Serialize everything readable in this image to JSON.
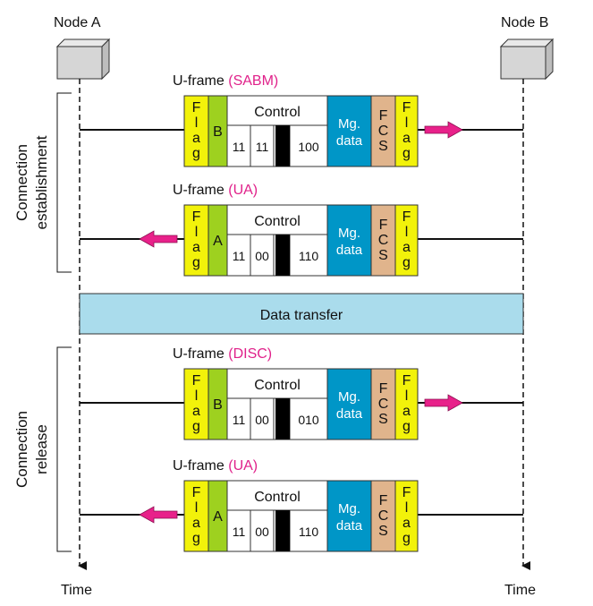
{
  "nodes": {
    "a": "Node A",
    "b": "Node B"
  },
  "time_label": "Time",
  "phases": {
    "establishment": "Connection establishment",
    "release": "Connection release"
  },
  "data_transfer": "Data transfer",
  "field_labels": {
    "flag": [
      "F",
      "l",
      "a",
      "g"
    ],
    "control": "Control",
    "mg_line1": "Mg.",
    "mg_line2": "data",
    "fcs": [
      "F",
      "C",
      "S"
    ]
  },
  "frames": [
    {
      "prefix": "U-frame ",
      "type": "(SABM)",
      "address": "B",
      "bits1": "11",
      "bits2": "11",
      "bits3": "100",
      "direction": "A-to-B"
    },
    {
      "prefix": "U-frame ",
      "type": "(UA)",
      "address": "A",
      "bits1": "11",
      "bits2": "00",
      "bits3": "110",
      "direction": "B-to-A"
    },
    {
      "prefix": "U-frame ",
      "type": "(DISC)",
      "address": "B",
      "bits1": "11",
      "bits2": "00",
      "bits3": "010",
      "direction": "A-to-B"
    },
    {
      "prefix": "U-frame ",
      "type": "(UA)",
      "address": "A",
      "bits1": "11",
      "bits2": "00",
      "bits3": "110",
      "direction": "B-to-A"
    }
  ],
  "colors": {
    "flag": "#f2f20a",
    "address": "#9ed11f",
    "info": "#0096c7",
    "fcs": "#e0b48c",
    "data_bar": "#aadcec",
    "arrow": "#e8218a",
    "frame_type": "#e0218a"
  }
}
